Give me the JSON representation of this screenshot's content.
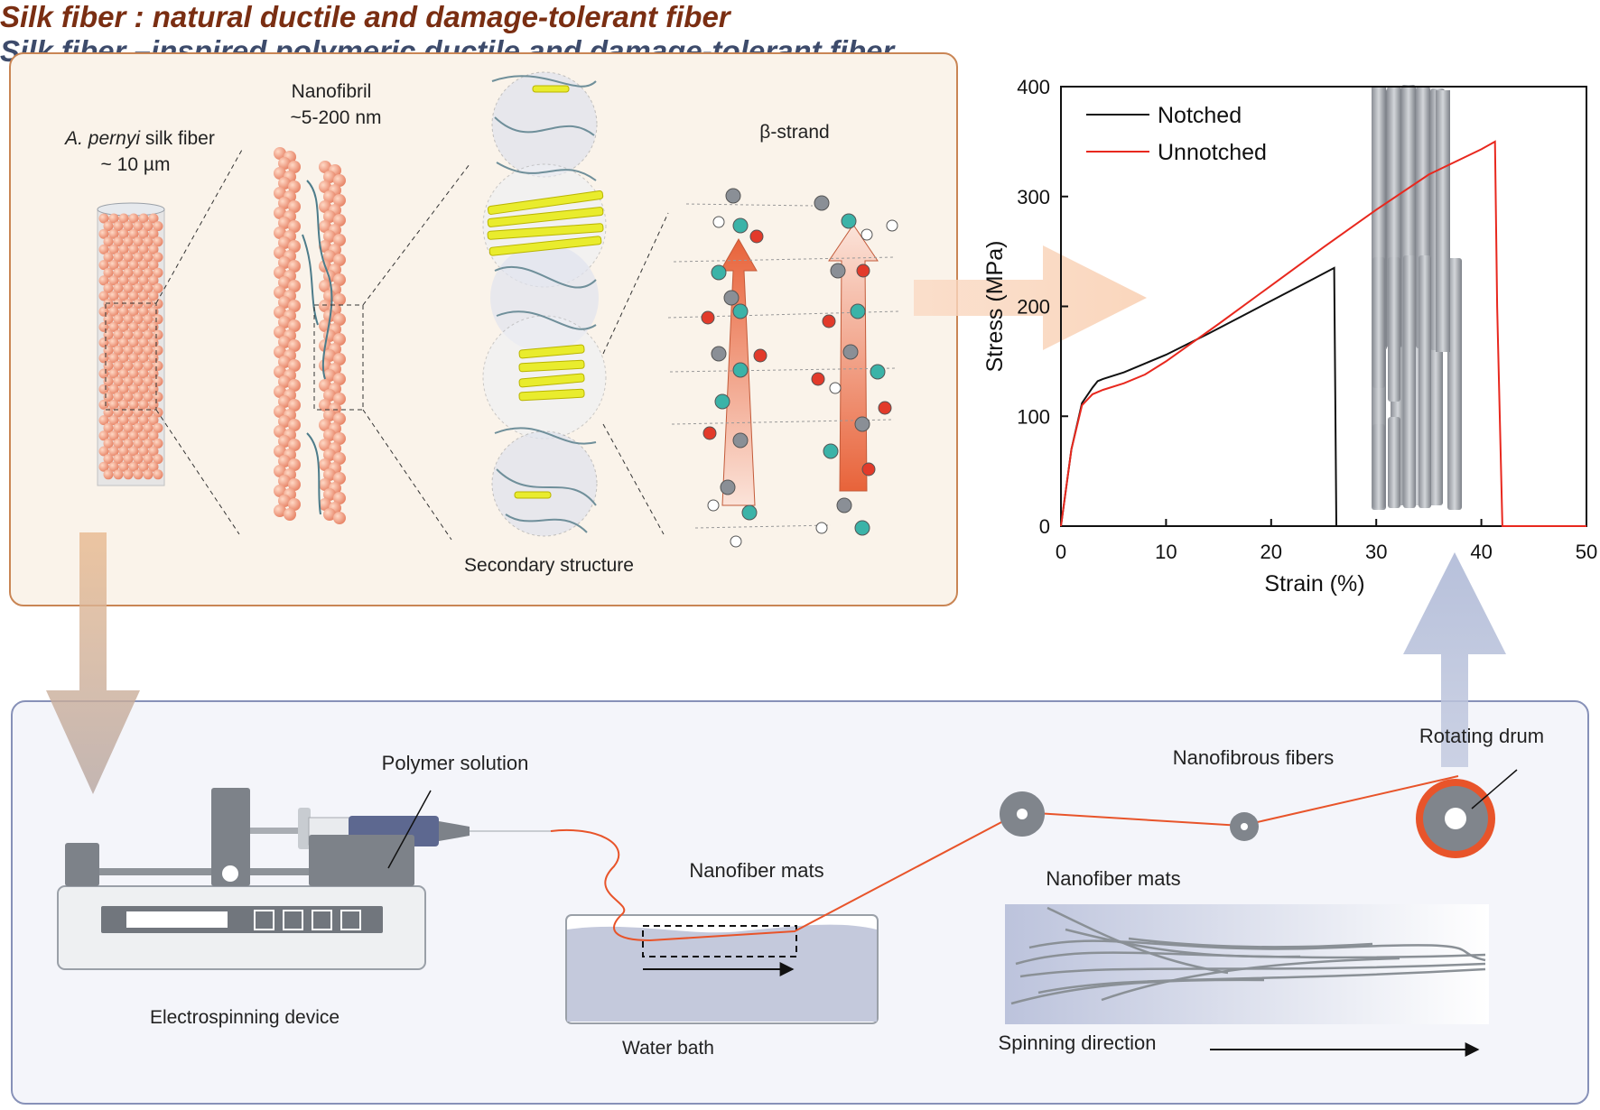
{
  "titles": {
    "top": "Silk fiber : natural ductile and damage-tolerant fiber",
    "bottom": "Silk fiber –inspired polymeric ductile and damage-tolerant fiber"
  },
  "top_panel": {
    "silk_fiber_species": "A. pernyi",
    "silk_fiber_label": " silk fiber",
    "silk_fiber_size": "~ 10 µm",
    "nanofibril_label": "Nanofibril",
    "nanofibril_size": "~5-200 nm",
    "secondary_structure_label": "Secondary structure",
    "beta_strand_label": "β-strand"
  },
  "bottom_panel": {
    "polymer_solution": "Polymer solution",
    "electrospinning_device": "Electrospinning device",
    "nanofiber_mats_bath": "Nanofiber mats",
    "water_bath": "Water bath",
    "nanofibrous_fibers": "Nanofibrous fibers",
    "rotating_drum": "Rotating drum",
    "nanofiber_mats_right": "Nanofiber mats",
    "spinning_direction": "Spinning direction"
  },
  "colors": {
    "top_title": "#7a2e12",
    "bottom_title": "#3d4b6b",
    "notched": "#111111",
    "unnotched": "#e8281e",
    "fiber_line": "#e8542a",
    "sphere": "#f3a585"
  },
  "chart_data": {
    "type": "line",
    "xlabel": "Strain (%)",
    "ylabel": "Stress (MPa)",
    "xlim": [
      0,
      50
    ],
    "ylim": [
      0,
      400
    ],
    "xticks": [
      0,
      10,
      20,
      30,
      40,
      50
    ],
    "yticks": [
      0,
      100,
      200,
      300,
      400
    ],
    "legend_position": "top-left",
    "series": [
      {
        "name": "Notched",
        "color": "#111111",
        "x": [
          0,
          1,
          2,
          3,
          3.5,
          4,
          6,
          8,
          10,
          14,
          18,
          22,
          24,
          26,
          26.1,
          26.2,
          28
        ],
        "y": [
          0,
          70,
          112,
          126,
          132,
          134,
          140,
          148,
          156,
          175,
          195,
          215,
          225,
          235,
          120,
          0,
          0
        ]
      },
      {
        "name": "Unnotched",
        "color": "#e8281e",
        "x": [
          0,
          1,
          2,
          3,
          4,
          6,
          8,
          10,
          15,
          20,
          25,
          30,
          35,
          40,
          41.3,
          41.5,
          42,
          50
        ],
        "y": [
          0,
          70,
          110,
          120,
          124,
          130,
          138,
          150,
          184,
          219,
          254,
          288,
          320,
          343,
          350,
          200,
          0,
          0
        ]
      }
    ]
  }
}
